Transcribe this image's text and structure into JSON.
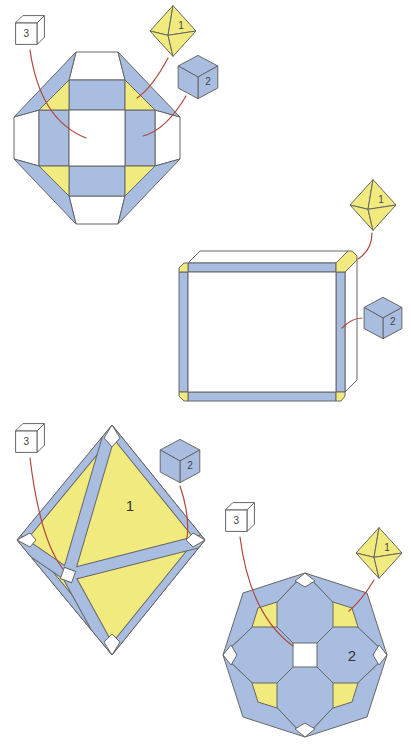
{
  "diagram": {
    "nodes": [
      {
        "text": [
          "3"
        ]
      },
      {
        "text": [
          "1"
        ]
      },
      {
        "text": [
          "2"
        ]
      },
      {
        "text": [
          "1"
        ]
      },
      {
        "text": [
          "2"
        ]
      },
      {
        "text": [
          "3"
        ]
      },
      {
        "text": [
          "2"
        ]
      },
      {
        "text": [
          "3"
        ]
      },
      {
        "text": [
          "1"
        ]
      }
    ],
    "labels": [
      "1",
      "2"
    ]
  }
}
